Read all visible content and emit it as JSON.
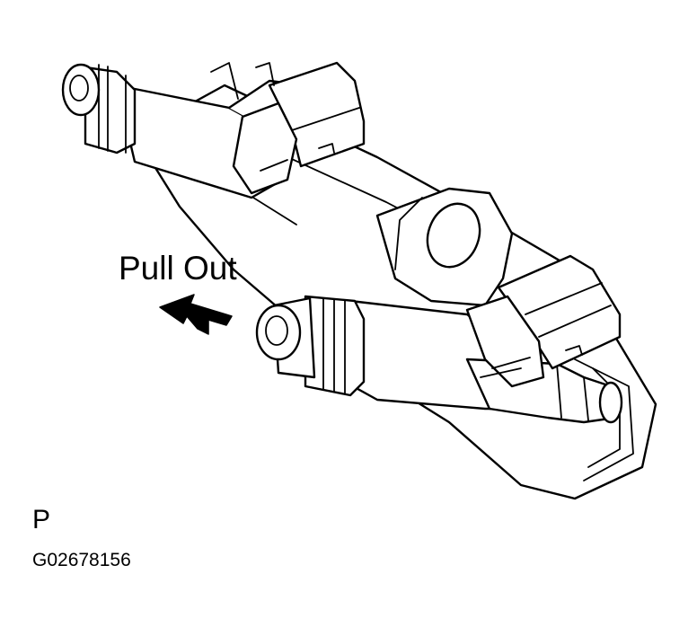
{
  "diagram": {
    "annotation_label": "Pull Out",
    "view_letter": "P",
    "figure_id": "G02678156",
    "colors": {
      "line": "#000000",
      "background": "#ffffff"
    },
    "icons": [
      "pull-direction-arrow-icon"
    ]
  }
}
